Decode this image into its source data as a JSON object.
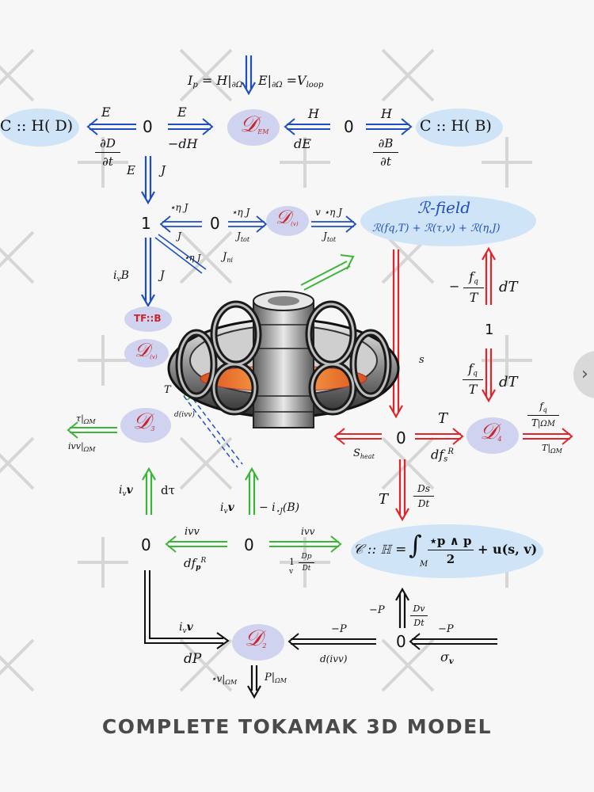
{
  "title": "COMPLETE TOKAMAK 3D MODEL",
  "top": {
    "eq": "I",
    "eq_sub": "p",
    "eq_rest": "= H|",
    "eq_sub2": "∂Ω",
    "eq2": "E|",
    "eq2_sub": "∂Ω",
    "eq2_rest": "=V",
    "eq2_sub3": "loop"
  },
  "row1": {
    "cd": "C :: H( D)",
    "e1": "E",
    "zero1": "0",
    "e2": "E",
    "mdH": "−dH",
    "dem": "𝒟",
    "dem_sub": "EM",
    "h1": "H",
    "dE": "dE",
    "zero2": "0",
    "h2": "H",
    "cb": "C :: H( B)",
    "dDdt_n": "∂D",
    "dDdt_d": "∂t",
    "dBdt_n": "∂B",
    "dBdt_d": "∂t"
  },
  "row2": {
    "E": "E",
    "J": "J",
    "one": "1",
    "ej": "⋆η J",
    "j": "J",
    "zero": "0",
    "ej2": "⋆η J",
    "jtot": "J",
    "jtot_sub": "tot",
    "dv": "𝒟",
    "dv_sub": "(v)",
    "vej": "v ⋆η J",
    "jtot2": "J",
    "jtot2_sub": "tot",
    "ejn": "⋆η J",
    "jni": "J",
    "jni_sub": "ni"
  },
  "rfield": {
    "title": "ℛ-field",
    "formula": "ℛ(fq,T) + ℛ(τ,v) + ℛ(η,J)"
  },
  "right": {
    "mfq": "−",
    "fq": "f",
    "fq_sub": "q",
    "T": "T",
    "dT": "dT",
    "one": "1",
    "fq2": "f",
    "fq2_sub": "q",
    "T2": "T",
    "dT2": "dT",
    "fqT_om": "T",
    "fqT_om_sub": "|ΩM",
    "T_om": "T|",
    "T_om_sub": "ΩM"
  },
  "left": {
    "ivB": "i",
    "ivB_sub": "v",
    "ivB_rest": "B",
    "J": "J",
    "tfb": "TF::B",
    "dv": "𝒟",
    "dv_sub": "(v)",
    "T": "T",
    "div": "d(ivv)",
    "d3": "𝒟",
    "d3_sub": "3",
    "tau_om": "τ|",
    "tau_om_sub": "ΩM",
    "ivv_om": "ivv|",
    "ivv_om_sub": "ΩM"
  },
  "mid": {
    "zero_s": "0",
    "T_s": "T",
    "Sheat": "S",
    "Sheat_sub": "heat",
    "dfs": "df",
    "dfs_sub": "s",
    "dfs_sup": "R",
    "Ts": "s",
    "d4": "𝒟",
    "d4_sub": "4",
    "Tdown": "T",
    "Ds": "Ds",
    "Dt": "Dt"
  },
  "row4": {
    "ivv": "i",
    "ivv_sub": "v",
    "ivv_rest": "v",
    "dtau": "dτ",
    "ivv2": "i",
    "ivv2_sub": "v",
    "ivv2_rest": "v",
    "mi": "− i",
    "mi_sub": "⋆J",
    "mi_rest": "(B)",
    "zero1": "0",
    "ivv3": "ivv",
    "dfp": "df",
    "dfp_sub": "p",
    "dfp_sup": "R",
    "zero2": "0",
    "ivv4": "ivv",
    "dpdt": "1",
    "dpdt_n": "Dp",
    "dpdt_d": "Dt",
    "vv": "v",
    "ham": "𝒞 :: ℍ =",
    "ham_int": "∫",
    "ham_M": "M",
    "ham_n": "⋆p ∧ p",
    "ham_d": "2",
    "ham_rest": "+ u(s, v)"
  },
  "row5": {
    "mP": "−P",
    "Dv": "Dv",
    "Dvt": "Dt",
    "ivv": "i",
    "ivv_sub": "v",
    "ivv_rest": "v",
    "dP": "dP",
    "d2": "𝒟",
    "d2_sub": "2",
    "mP2": "−P",
    "div": "d(ivv)",
    "zero": "0",
    "mP3": "−P",
    "sigma": "σ",
    "sigma_sub": "v",
    "vom": "⋆v|",
    "vom_sub": "ΩM",
    "Pom": "P|",
    "Pom_sub": "ΩM"
  },
  "colors": {
    "blue": "#1f4fbf",
    "red": "#e0242b",
    "green": "#3cb43c",
    "black": "#111111",
    "ellipse": "#cfe4f7",
    "dellipse": "#cfd3ef",
    "script": "#c8252e",
    "title": "#4a4a4a"
  },
  "icons": [
    "chevron-right-icon",
    "tokamak-illustration",
    "watermark-plus-icon"
  ]
}
